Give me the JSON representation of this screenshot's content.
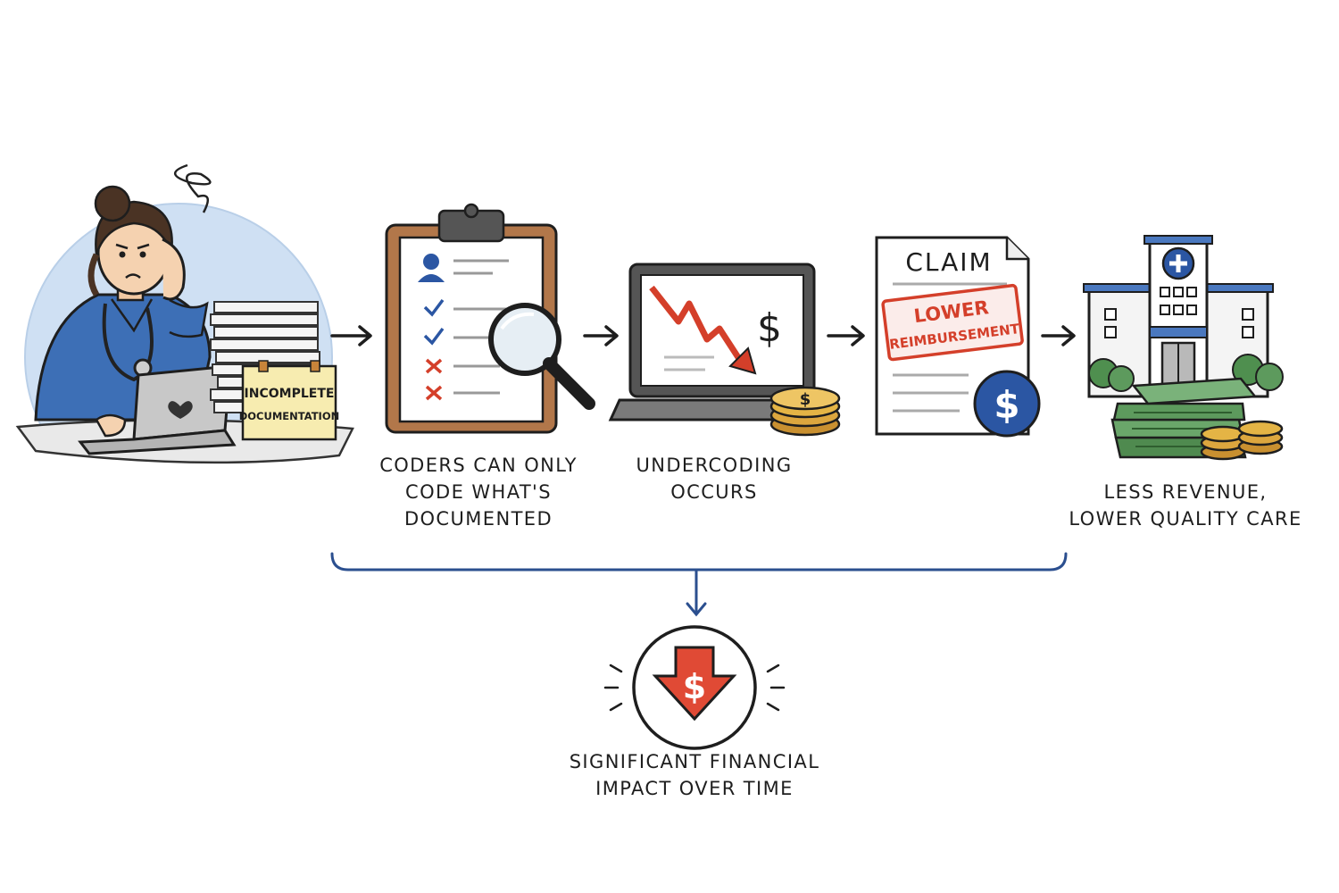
{
  "steps": [
    {
      "id": "clinician",
      "lines": [],
      "sign_lines": [
        "INCOMPLETE",
        "DOCUMENTATION"
      ]
    },
    {
      "id": "coders",
      "lines": [
        "CODERS CAN ONLY",
        "CODE WHAT'S",
        "DOCUMENTED"
      ]
    },
    {
      "id": "undercoding",
      "lines": [
        "UNDERCODING",
        "OCCURS"
      ],
      "screen_symbol": "$"
    },
    {
      "id": "claim",
      "lines": [],
      "doc_title": "CLAIM",
      "stamp_lines": [
        "LOWER",
        "REIMBURSEMENT"
      ],
      "badge_symbol": "$"
    },
    {
      "id": "hospital",
      "lines": [
        "LESS REVENUE,",
        "LOWER QUALITY CARE"
      ]
    }
  ],
  "outcome": {
    "lines": [
      "SIGNIFICANT FINANCIAL",
      "IMPACT OVER TIME"
    ],
    "symbol": "$"
  },
  "icons": [
    "stressed-clinician",
    "paper-stack",
    "clipboard",
    "magnifier",
    "laptop-chart",
    "coin-stack",
    "claim-document",
    "hospital",
    "cash-stack",
    "down-arrow-dollar"
  ],
  "colors": {
    "ink": "#1e1e1e",
    "accent_blue": "#2b56a3",
    "alert_red": "#d43f2a",
    "sticky_yellow": "#f7ecb0",
    "gold": "#e4b445",
    "cash_green": "#5d9a5d"
  }
}
